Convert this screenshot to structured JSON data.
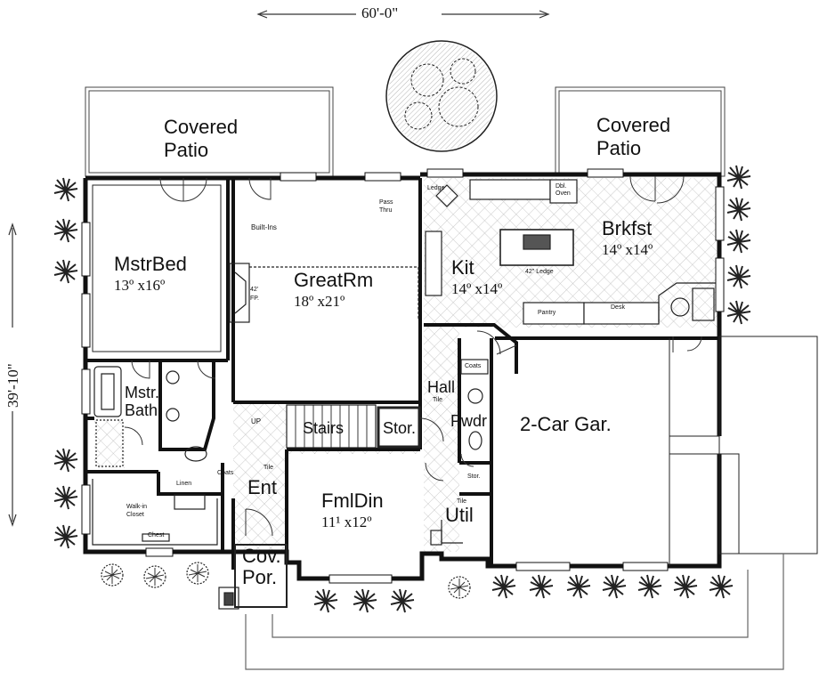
{
  "plan": {
    "width_dim": "60'-0\"",
    "depth_dim": "39'-10\"",
    "rooms": {
      "covered_patio_left": [
        "Covered",
        "Patio"
      ],
      "covered_patio_right": [
        "Covered",
        "Patio"
      ],
      "mstr_bed": {
        "name": "MstrBed",
        "size": "13º x16º"
      },
      "great_rm": {
        "name": "GreatRm",
        "size": "18º x21º"
      },
      "kit": {
        "name": "Kit",
        "size": "14º x14º"
      },
      "brkfst": {
        "name": "Brkfst",
        "size": "14º x14º"
      },
      "mstr_bath": [
        "Mstr.",
        "Bath"
      ],
      "hall": "Hall",
      "stairs": "Stairs",
      "stor_center": "Stor.",
      "pwdr": "Pwdr",
      "garage": "2-Car Gar.",
      "ent": "Ent",
      "fml_din": {
        "name": "FmlDin",
        "size": "11¹ x12º"
      },
      "util": "Util",
      "cov_por": [
        "Cov.",
        "Por."
      ]
    },
    "small_labels": {
      "built_ins": "Built-Ins",
      "pass_thru": [
        "Pass",
        "Thru"
      ],
      "ledge_top": "Ledge",
      "dbl_oven": [
        "Dbl.",
        "Oven"
      ],
      "ledge_island": "42\" Ledge",
      "fireplace": [
        "42'",
        "FP."
      ],
      "pantry": "Pantry",
      "desk": "Desk",
      "coats_hall": "Coats",
      "tile_hall": "Tile",
      "coats_ent": "Coats",
      "tile_ent": "Tile",
      "linen": "Linen",
      "walk_in_closet": [
        "Walk-in",
        "Closet"
      ],
      "chest": "Chest",
      "up": "UP",
      "stor_small": "Stor.",
      "tile_util": "Tile"
    }
  }
}
